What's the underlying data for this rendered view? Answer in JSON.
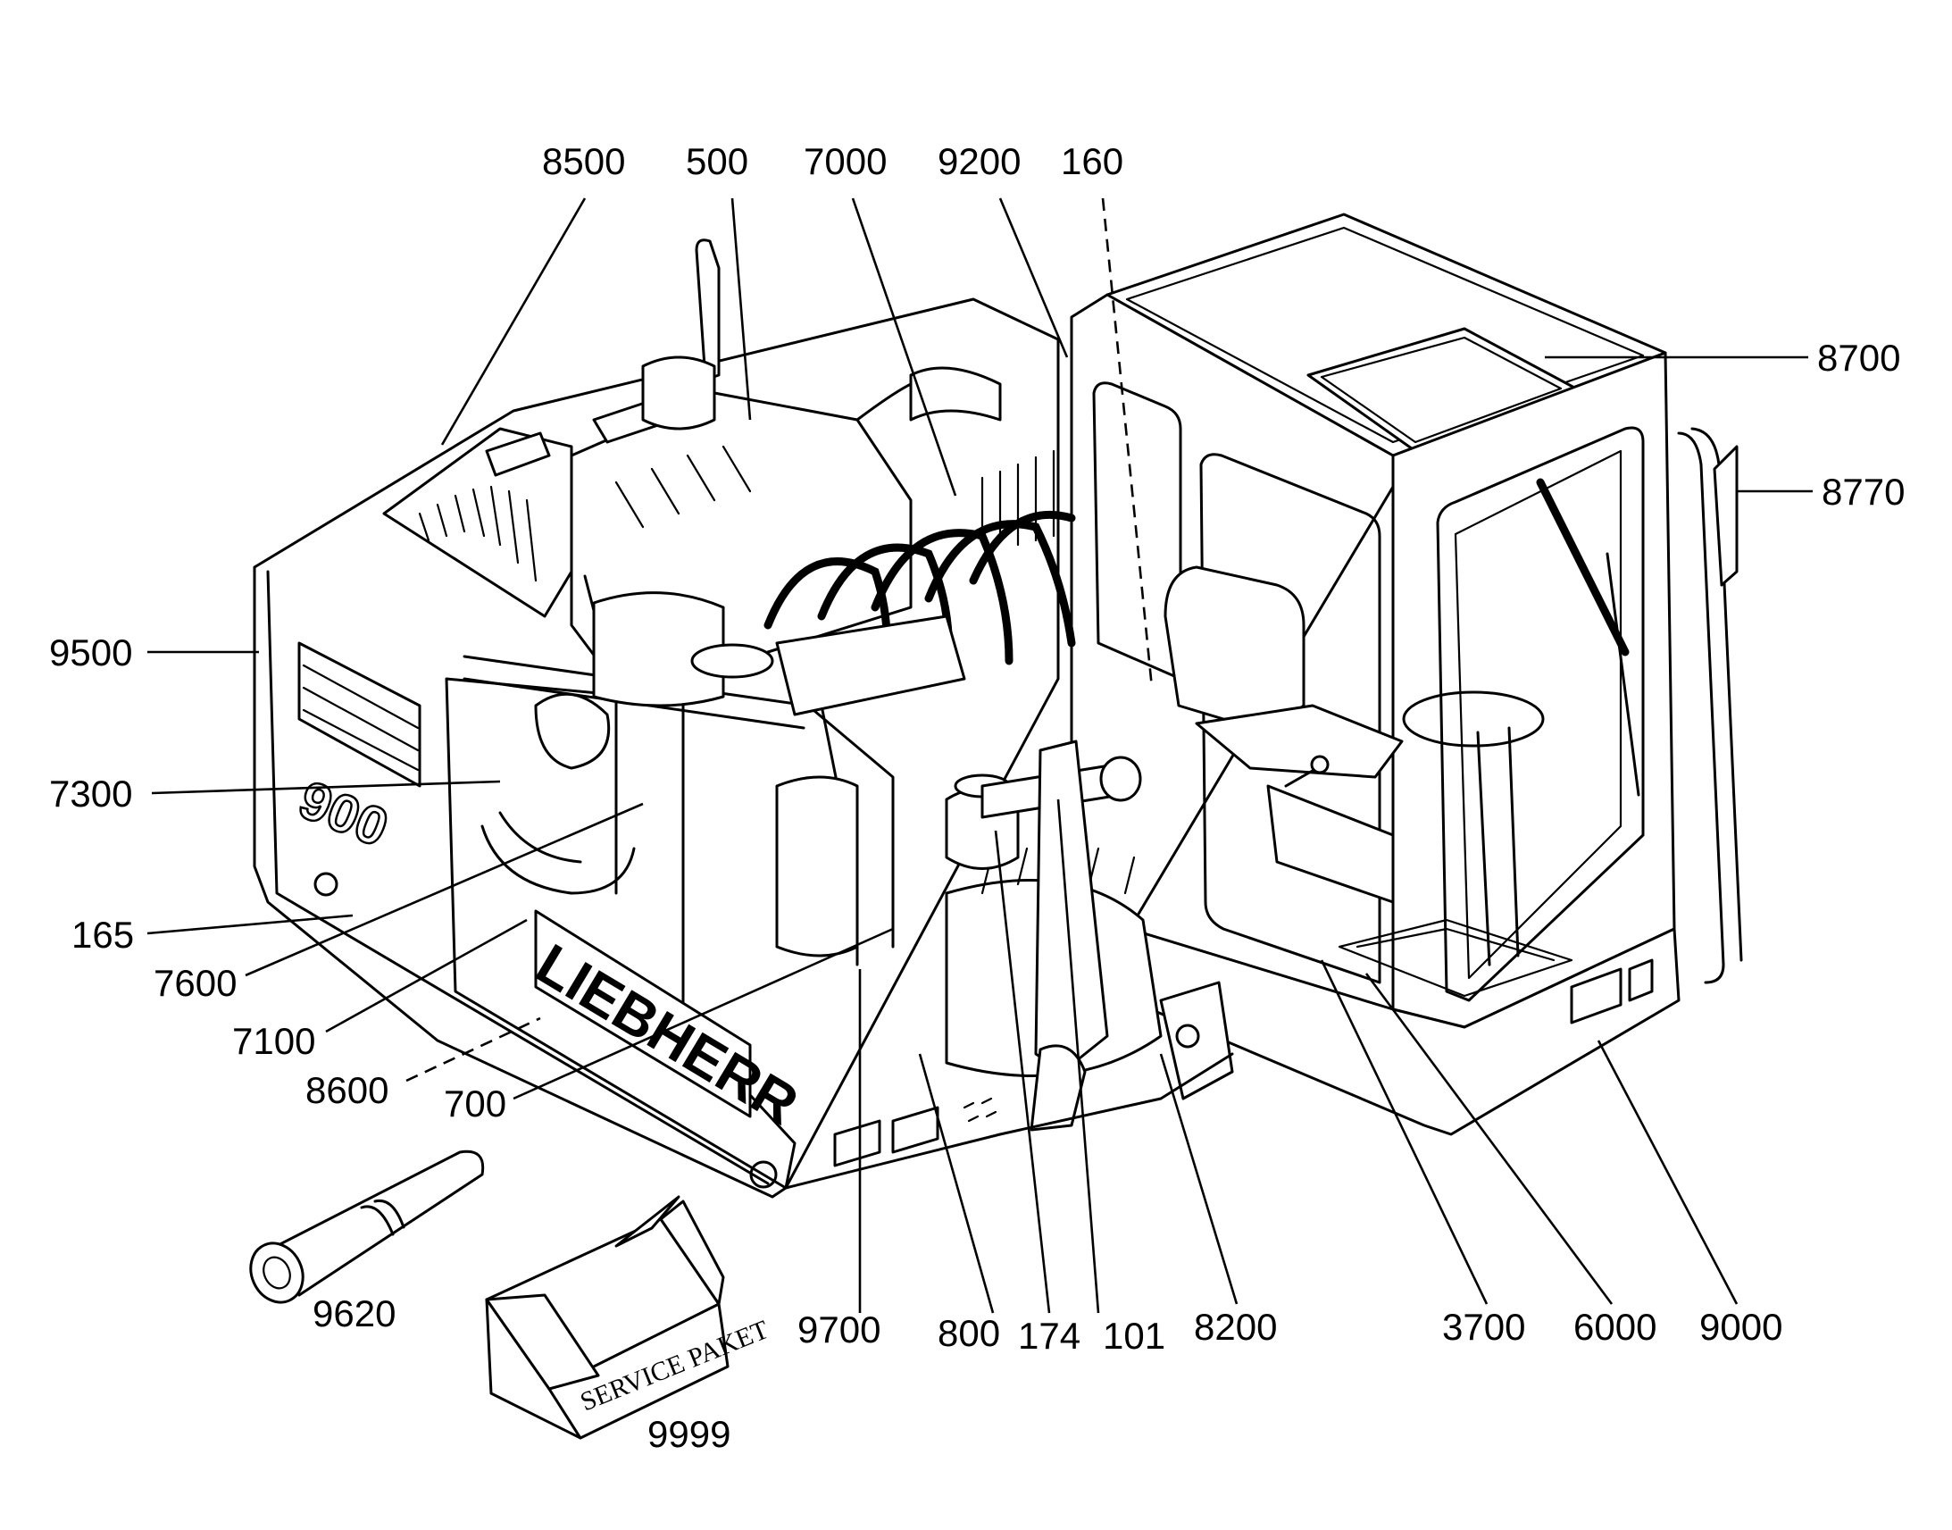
{
  "diagram": {
    "callouts": [
      {
        "id": "8500",
        "text": "8500"
      },
      {
        "id": "500",
        "text": "500"
      },
      {
        "id": "7000",
        "text": "7000"
      },
      {
        "id": "9200",
        "text": "9200"
      },
      {
        "id": "160",
        "text": "160"
      },
      {
        "id": "8700",
        "text": "8700"
      },
      {
        "id": "8770",
        "text": "8770"
      },
      {
        "id": "9500",
        "text": "9500"
      },
      {
        "id": "7300",
        "text": "7300"
      },
      {
        "id": "165",
        "text": "165"
      },
      {
        "id": "7600",
        "text": "7600"
      },
      {
        "id": "7100",
        "text": "7100"
      },
      {
        "id": "8600",
        "text": "8600"
      },
      {
        "id": "700",
        "text": "700"
      },
      {
        "id": "9620",
        "text": "9620"
      },
      {
        "id": "9999",
        "text": "9999"
      },
      {
        "id": "9700",
        "text": "9700"
      },
      {
        "id": "800",
        "text": "800"
      },
      {
        "id": "174",
        "text": "174"
      },
      {
        "id": "101",
        "text": "101"
      },
      {
        "id": "8200",
        "text": "8200"
      },
      {
        "id": "3700",
        "text": "3700"
      },
      {
        "id": "6000",
        "text": "6000"
      },
      {
        "id": "9000",
        "text": "9000"
      }
    ],
    "artwork_text": {
      "brand": "LIEBHERR",
      "model": "900",
      "box_label": "SERVICE PAKET"
    }
  }
}
